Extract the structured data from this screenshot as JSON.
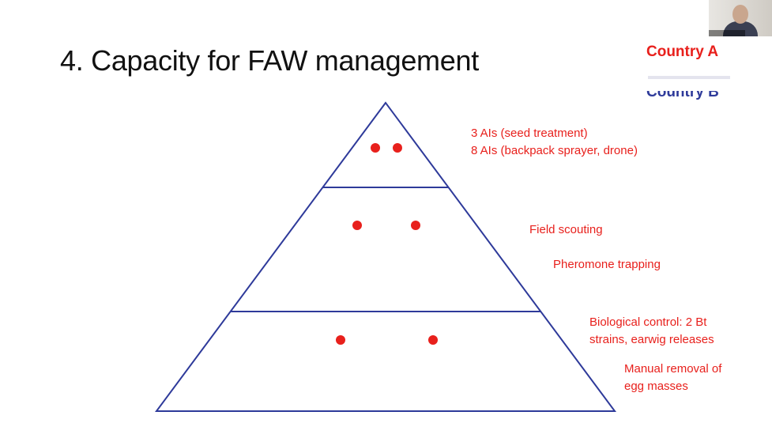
{
  "slide": {
    "title": "4. Capacity for FAW management"
  },
  "legend": {
    "country_a": "Country A",
    "country_b": "Country B",
    "color_a": "#e8201c",
    "color_b": "#2e3a9a"
  },
  "pyramid": {
    "outline_color": "#2e3a9a",
    "top_tier": {
      "labels": [
        "3 AIs (seed treatment)",
        "8 AIs (backpack sprayer, drone)"
      ],
      "dots": 2
    },
    "middle_tier": {
      "labels": [
        "Field scouting",
        "Pheromone trapping"
      ],
      "dots": 2
    },
    "bottom_tier": {
      "label_1": [
        "Biological control: 2 Bt",
        "strains, earwig releases"
      ],
      "label_2": [
        "Manual removal of",
        "egg masses"
      ],
      "dots": 2
    }
  }
}
